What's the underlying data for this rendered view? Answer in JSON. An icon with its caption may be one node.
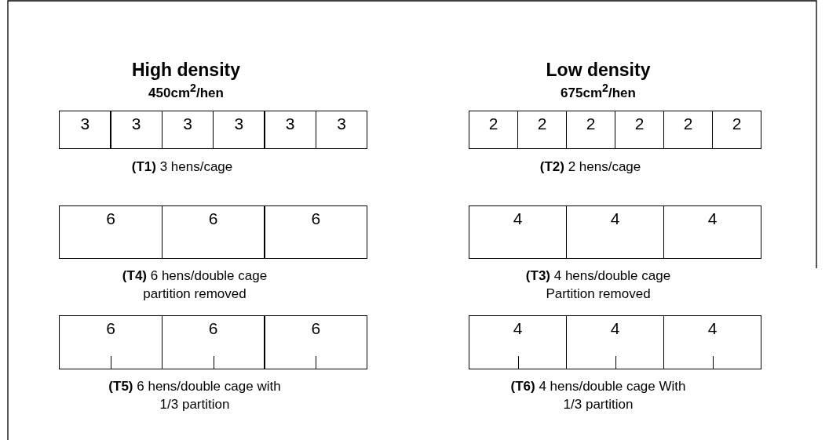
{
  "diagram": {
    "nodes": [
      {
        "text": [
          "3"
        ]
      },
      {
        "text": [
          "3"
        ]
      },
      {
        "text": [
          "3"
        ]
      },
      {
        "text": [
          "3"
        ]
      },
      {
        "text": [
          "3"
        ]
      },
      {
        "text": [
          "3"
        ]
      },
      {
        "text": [
          "2"
        ]
      },
      {
        "text": [
          "2"
        ]
      },
      {
        "text": [
          "2"
        ]
      },
      {
        "text": [
          "2"
        ]
      },
      {
        "text": [
          "2"
        ]
      },
      {
        "text": [
          "2"
        ]
      },
      {
        "text": [
          "6"
        ]
      },
      {
        "text": [
          "6"
        ]
      },
      {
        "text": [
          "6"
        ]
      },
      {
        "text": [
          "4"
        ]
      },
      {
        "text": [
          "4"
        ]
      },
      {
        "text": [
          "4"
        ]
      },
      {
        "text": [
          "6"
        ]
      },
      {
        "text": [
          "6"
        ]
      },
      {
        "text": [
          "6"
        ]
      },
      {
        "text": [
          "4"
        ]
      },
      {
        "text": [
          "4"
        ]
      },
      {
        "text": [
          "4"
        ]
      }
    ],
    "labels": [
      "High density",
      "Low density",
      "450cm$^{2}$/hen",
      "675cm$^{2}$/hen",
      "**(T1)** 3 hens/cage",
      "**(T2)** 2 hens/cage",
      "**(T4)** 6 hens/double cage partition removed",
      "**(T3)** 4 hens/double cage Partition removed",
      "**(T5)** 6 hens/double cage with 1/3 partition",
      "**(T6)** 4 hens/double cage With 1/3 partition"
    ]
  }
}
